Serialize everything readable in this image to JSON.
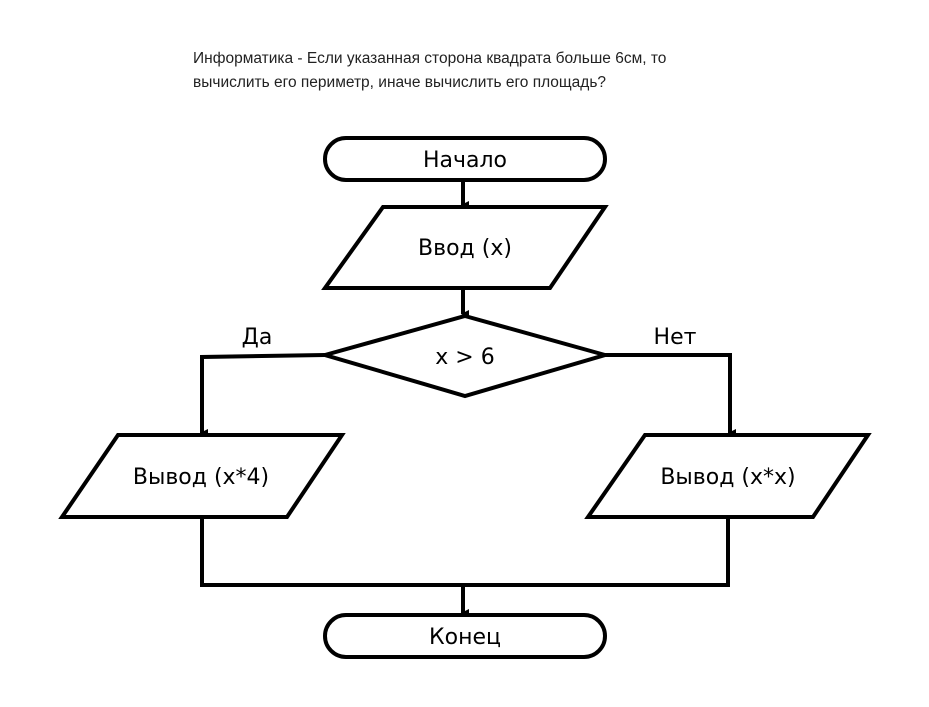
{
  "question": {
    "line1": "Информатика - Если указанная сторона квадрата больше 6см, то",
    "line2": "вычислить его периметр, иначе вычислить его площадь?"
  },
  "flowchart": {
    "start": "Начало",
    "input": "Ввод (x)",
    "condition": "x > 6",
    "yes_label": "Да",
    "no_label": "Нет",
    "output_yes": "Вывод (x*4)",
    "output_no": "Вывод (x*x)",
    "end": "Конец"
  }
}
